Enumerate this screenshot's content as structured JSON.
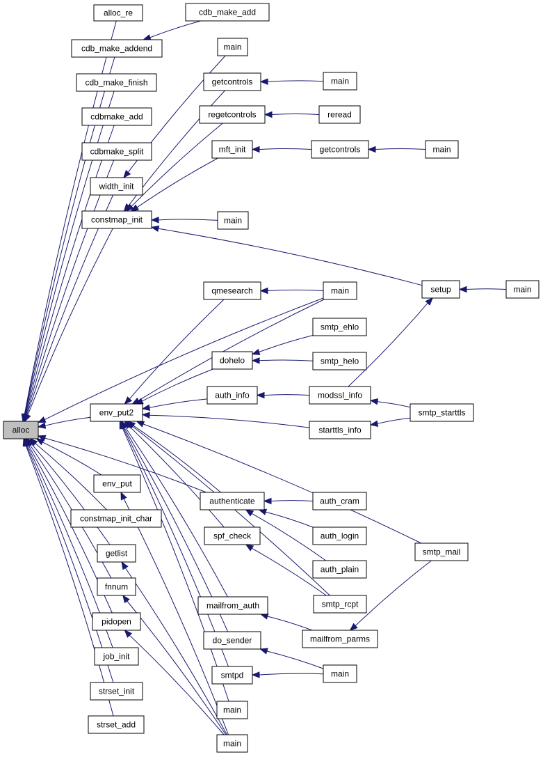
{
  "diagram": {
    "nodes": [
      {
        "id": "alloc",
        "label": "alloc",
        "root": true
      },
      {
        "id": "alloc_re",
        "label": "alloc_re"
      },
      {
        "id": "cdb_make_addend",
        "label": "cdb_make_addend"
      },
      {
        "id": "cdb_make_add",
        "label": "cdb_make_add"
      },
      {
        "id": "cdb_make_finish",
        "label": "cdb_make_finish"
      },
      {
        "id": "cdbmake_add",
        "label": "cdbmake_add"
      },
      {
        "id": "cdbmake_split",
        "label": "cdbmake_split"
      },
      {
        "id": "width_init",
        "label": "width_init"
      },
      {
        "id": "main_a",
        "label": "main"
      },
      {
        "id": "constmap_init",
        "label": "constmap_init"
      },
      {
        "id": "getcontrols_a",
        "label": "getcontrols"
      },
      {
        "id": "main_b",
        "label": "main"
      },
      {
        "id": "regetcontrols",
        "label": "regetcontrols"
      },
      {
        "id": "reread",
        "label": "reread"
      },
      {
        "id": "mft_init",
        "label": "mft_init"
      },
      {
        "id": "getcontrols_b",
        "label": "getcontrols"
      },
      {
        "id": "main_c",
        "label": "main"
      },
      {
        "id": "main_d",
        "label": "main"
      },
      {
        "id": "setup",
        "label": "setup"
      },
      {
        "id": "main_e",
        "label": "main"
      },
      {
        "id": "env_put2",
        "label": "env_put2"
      },
      {
        "id": "qmesearch",
        "label": "qmesearch"
      },
      {
        "id": "main_f",
        "label": "main"
      },
      {
        "id": "dohelo",
        "label": "dohelo"
      },
      {
        "id": "smtp_ehlo",
        "label": "smtp_ehlo"
      },
      {
        "id": "smtp_helo",
        "label": "smtp_helo"
      },
      {
        "id": "auth_info",
        "label": "auth_info"
      },
      {
        "id": "modssl_info",
        "label": "modssl_info"
      },
      {
        "id": "smtp_starttls",
        "label": "smtp_starttls"
      },
      {
        "id": "starttls_info",
        "label": "starttls_info"
      },
      {
        "id": "authenticate",
        "label": "authenticate"
      },
      {
        "id": "auth_cram",
        "label": "auth_cram"
      },
      {
        "id": "auth_login",
        "label": "auth_login"
      },
      {
        "id": "auth_plain",
        "label": "auth_plain"
      },
      {
        "id": "spf_check",
        "label": "spf_check"
      },
      {
        "id": "smtp_mail",
        "label": "smtp_mail"
      },
      {
        "id": "smtp_rcpt",
        "label": "smtp_rcpt"
      },
      {
        "id": "mailfrom_auth",
        "label": "mailfrom_auth"
      },
      {
        "id": "mailfrom_parms",
        "label": "mailfrom_parms"
      },
      {
        "id": "do_sender",
        "label": "do_sender"
      },
      {
        "id": "smtpd",
        "label": "smtpd"
      },
      {
        "id": "main_g",
        "label": "main"
      },
      {
        "id": "env_put",
        "label": "env_put"
      },
      {
        "id": "constmap_init_char",
        "label": "constmap_init_char"
      },
      {
        "id": "getlist",
        "label": "getlist"
      },
      {
        "id": "fnnum",
        "label": "fnnum"
      },
      {
        "id": "pidopen",
        "label": "pidopen"
      },
      {
        "id": "job_init",
        "label": "job_init"
      },
      {
        "id": "strset_init",
        "label": "strset_init"
      },
      {
        "id": "strset_add",
        "label": "strset_add"
      },
      {
        "id": "main_h",
        "label": "main"
      },
      {
        "id": "main_i",
        "label": "main"
      }
    ],
    "edges": [
      {
        "from": "alloc_re",
        "to": "alloc"
      },
      {
        "from": "cdb_make_addend",
        "to": "alloc"
      },
      {
        "from": "cdb_make_finish",
        "to": "alloc"
      },
      {
        "from": "cdbmake_add",
        "to": "alloc"
      },
      {
        "from": "cdbmake_split",
        "to": "alloc"
      },
      {
        "from": "width_init",
        "to": "alloc"
      },
      {
        "from": "constmap_init",
        "to": "alloc"
      },
      {
        "from": "main_f",
        "to": "alloc"
      },
      {
        "from": "env_put2",
        "to": "alloc"
      },
      {
        "from": "env_put",
        "to": "alloc"
      },
      {
        "from": "constmap_init_char",
        "to": "alloc"
      },
      {
        "from": "getlist",
        "to": "alloc"
      },
      {
        "from": "fnnum",
        "to": "alloc"
      },
      {
        "from": "pidopen",
        "to": "alloc"
      },
      {
        "from": "job_init",
        "to": "alloc"
      },
      {
        "from": "strset_init",
        "to": "alloc"
      },
      {
        "from": "strset_add",
        "to": "alloc"
      },
      {
        "from": "authenticate",
        "to": "alloc"
      },
      {
        "from": "cdb_make_add",
        "to": "cdb_make_addend"
      },
      {
        "from": "main_a",
        "to": "width_init"
      },
      {
        "from": "getcontrols_a",
        "to": "constmap_init"
      },
      {
        "from": "regetcontrols",
        "to": "constmap_init"
      },
      {
        "from": "mft_init",
        "to": "constmap_init"
      },
      {
        "from": "main_d",
        "to": "constmap_init"
      },
      {
        "from": "setup",
        "to": "constmap_init"
      },
      {
        "from": "main_b",
        "to": "getcontrols_a"
      },
      {
        "from": "reread",
        "to": "regetcontrols"
      },
      {
        "from": "getcontrols_b",
        "to": "mft_init"
      },
      {
        "from": "main_c",
        "to": "getcontrols_b"
      },
      {
        "from": "main_e",
        "to": "setup"
      },
      {
        "from": "qmesearch",
        "to": "env_put2"
      },
      {
        "from": "main_f",
        "to": "env_put2"
      },
      {
        "from": "dohelo",
        "to": "env_put2"
      },
      {
        "from": "auth_info",
        "to": "env_put2"
      },
      {
        "from": "starttls_info",
        "to": "env_put2"
      },
      {
        "from": "smtp_mail",
        "to": "env_put2"
      },
      {
        "from": "authenticate",
        "to": "env_put2"
      },
      {
        "from": "spf_check",
        "to": "env_put2"
      },
      {
        "from": "smtp_rcpt",
        "to": "env_put2"
      },
      {
        "from": "mailfrom_auth",
        "to": "env_put2"
      },
      {
        "from": "do_sender",
        "to": "env_put2"
      },
      {
        "from": "smtpd",
        "to": "env_put2"
      },
      {
        "from": "main_h",
        "to": "env_put2"
      },
      {
        "from": "main_f",
        "to": "qmesearch"
      },
      {
        "from": "smtp_ehlo",
        "to": "dohelo"
      },
      {
        "from": "smtp_helo",
        "to": "dohelo"
      },
      {
        "from": "modssl_info",
        "to": "auth_info"
      },
      {
        "from": "modssl_info",
        "to": "setup"
      },
      {
        "from": "smtp_starttls",
        "to": "modssl_info"
      },
      {
        "from": "smtp_starttls",
        "to": "starttls_info"
      },
      {
        "from": "auth_cram",
        "to": "authenticate"
      },
      {
        "from": "auth_login",
        "to": "authenticate"
      },
      {
        "from": "auth_plain",
        "to": "authenticate"
      },
      {
        "from": "smtp_rcpt",
        "to": "spf_check"
      },
      {
        "from": "mailfrom_parms",
        "to": "mailfrom_auth"
      },
      {
        "from": "smtp_mail",
        "to": "mailfrom_parms"
      },
      {
        "from": "main_g",
        "to": "do_sender"
      },
      {
        "from": "main_g",
        "to": "smtpd"
      },
      {
        "from": "main_i",
        "to": "env_put"
      },
      {
        "from": "main_i",
        "to": "getlist"
      },
      {
        "from": "main_i",
        "to": "fnnum"
      },
      {
        "from": "main_i",
        "to": "pidopen"
      }
    ]
  }
}
